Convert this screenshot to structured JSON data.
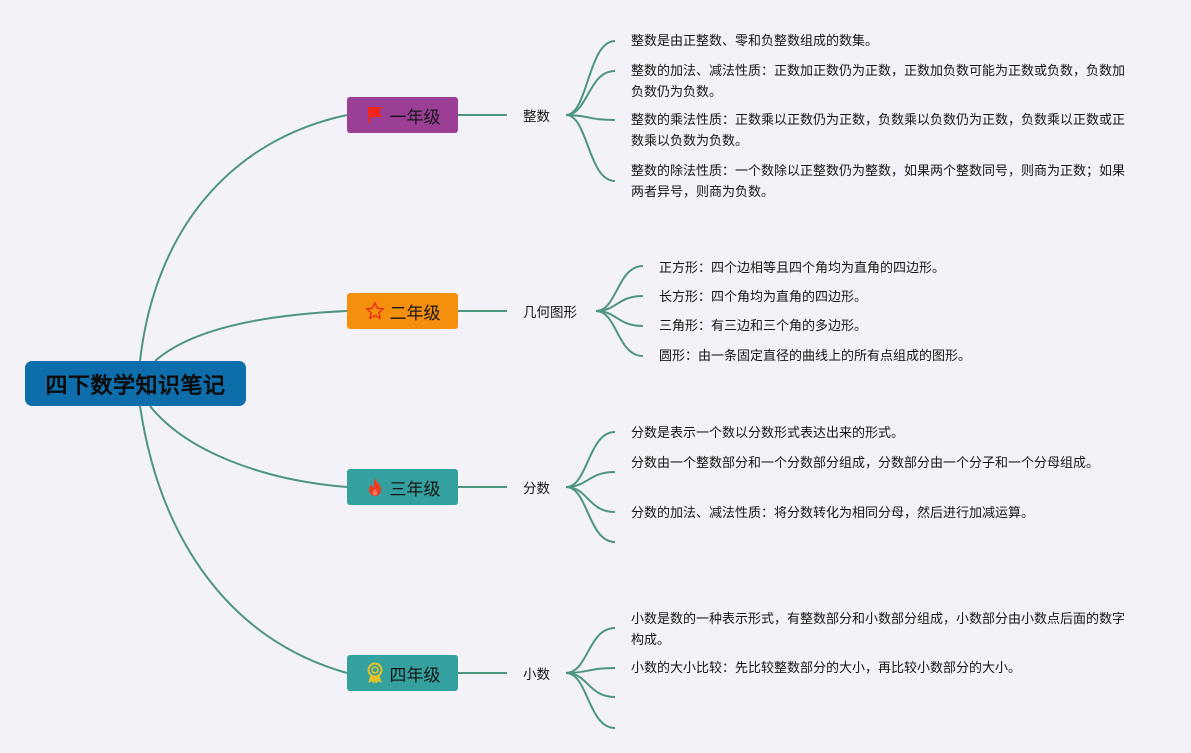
{
  "title": "四下数学知识笔记",
  "colors": {
    "root": "#0e6dab",
    "line": "#4e9580",
    "background": "#f3f2f8"
  },
  "branches": [
    {
      "grade": "一年级",
      "icon": "flag-icon",
      "color": "#9b3f96",
      "subject": "整数",
      "leaves": [
        "整数是由正整数、零和负整数组成的数集。",
        "整数的加法、减法性质：正数加正数仍为正数，正数加负数可能为正数或负数，负数加负数仍为负数。",
        "整数的乘法性质：正数乘以正数仍为正数，负数乘以负数仍为正数，负数乘以正数或正数乘以负数为负数。",
        "整数的除法性质：一个数除以正整数仍为整数，如果两个整数同号，则商为正数；如果两者异号，则商为负数。"
      ]
    },
    {
      "grade": "二年级",
      "icon": "star-icon",
      "color": "#f5900f",
      "subject": "几何图形",
      "leaves": [
        "正方形：四个边相等且四个角均为直角的四边形。",
        "长方形：四个角均为直角的四边形。",
        "三角形：有三边和三个角的多边形。",
        "圆形：由一条固定直径的曲线上的所有点组成的图形。"
      ]
    },
    {
      "grade": "三年级",
      "icon": "fire-icon",
      "color": "#35a19f",
      "subject": "分数",
      "leaves": [
        "分数是表示一个数以分数形式表达出来的形式。",
        "分数由一个整数部分和一个分数部分组成，分数部分由一个分子和一个分母组成。",
        "分数的加法、减法性质：将分数转化为相同分母，然后进行加减运算。",
        ""
      ]
    },
    {
      "grade": "四年级",
      "icon": "award-ribbon-icon",
      "color": "#35a19f",
      "subject": "小数",
      "leaves": [
        "小数是数的一种表示形式，有整数部分和小数部分组成，小数部分由小数点后面的数字构成。",
        "小数的大小比较：先比较整数部分的大小，再比较小数部分的大小。",
        "",
        ""
      ]
    }
  ]
}
